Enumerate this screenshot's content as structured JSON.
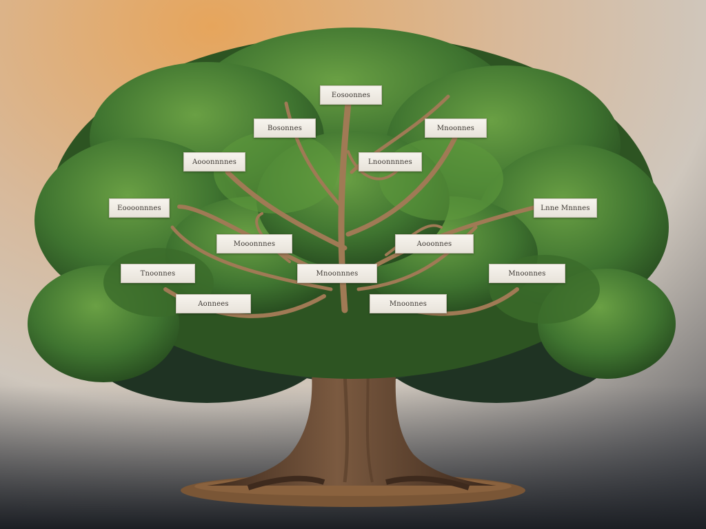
{
  "image": {
    "subject": "family tree illustration",
    "colors": {
      "sky_top": "#e0a45e",
      "sky_bottom": "#23262c",
      "foliage_dark": "#2e5a24",
      "foliage_mid": "#4f8a35",
      "foliage_light": "#7fb152",
      "trunk": "#6b4a33",
      "branch": "#a5805b",
      "ground": "#7a5636",
      "label_bg": "#f2efe9"
    }
  },
  "labels": [
    {
      "text": "Eosoonnes"
    },
    {
      "text": "Bosonnes"
    },
    {
      "text": "Mnoonnes"
    },
    {
      "text": "Aooonnnnes"
    },
    {
      "text": "Lnoonnnnes"
    },
    {
      "text": "Eoooonnnes"
    },
    {
      "text": "Lnne Mnnnes"
    },
    {
      "text": "Mooonnnes"
    },
    {
      "text": "Aooonnes"
    },
    {
      "text": "Tnoonnes"
    },
    {
      "text": "Mnoonnnes"
    },
    {
      "text": "Mnoonnes"
    },
    {
      "text": "Aonnees"
    },
    {
      "text": "Mnoonnes"
    }
  ]
}
